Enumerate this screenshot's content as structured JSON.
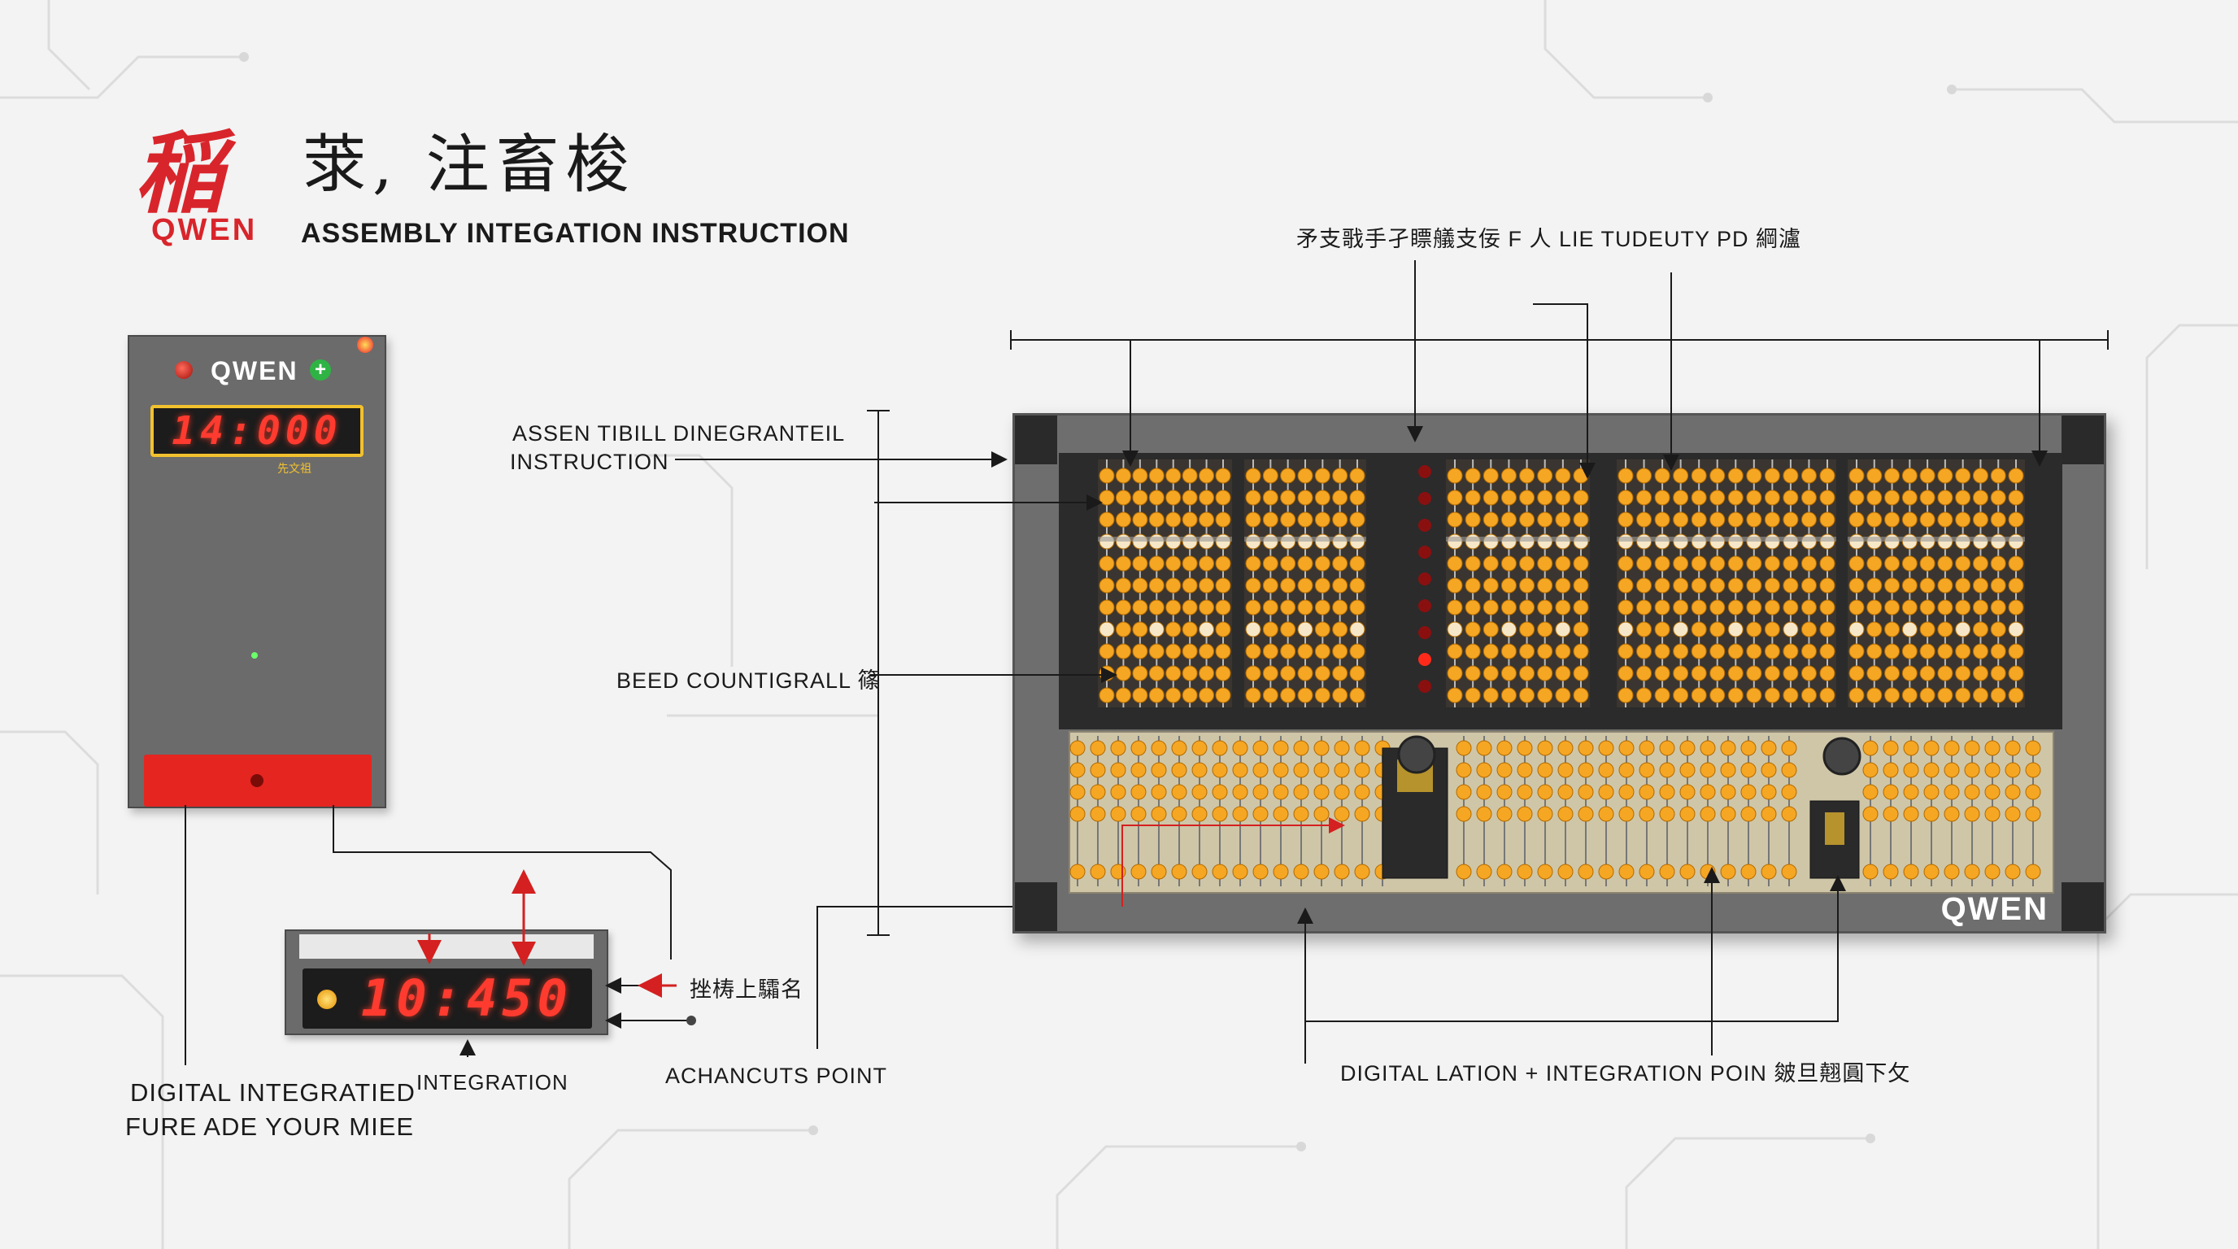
{
  "header": {
    "logo_glyph": "稲",
    "logo_word": "QWEN",
    "title_cn": "莍, 注畜梭",
    "title_en": "ASSEMBLY INTEGATION INSTRUCTION"
  },
  "controller": {
    "brand": "QWEN",
    "display_value": "14:000",
    "display_caption": "先文祖"
  },
  "counter": {
    "display_value": "10:450",
    "label_integration": "INTEGRATION",
    "label_side": "挫梼上驦名",
    "label_bottom_left_1": "DIGITAL INTEGRATIED",
    "label_bottom_left_2": "FURE ADE YOUR MIEE"
  },
  "callouts": {
    "top": "矛支戨手孑瞟艤支佞 F 人 LIE  TUDEUTY  PD 綱瀘",
    "assembly_1": "ASSEN TIBILL  DINEGRANTEIL",
    "assembly_2": "INSTRUCTION",
    "bead": "BEED COUNTIGRALL 篠",
    "achancuts": "ACHANCUTS POINT",
    "digital": "DIGITAL LATION + INTEGRATION  POIN 皴旦翹圓下攵"
  },
  "abacus": {
    "brand": "QWEN"
  },
  "colors": {
    "accent_red": "#d8252b",
    "led_red": "#ff3b2f",
    "bead_orange": "#f5a623",
    "frame_gray": "#6e6e6e",
    "panel_dark": "#2b2b2b",
    "lower_tray": "#cfc6a8"
  }
}
